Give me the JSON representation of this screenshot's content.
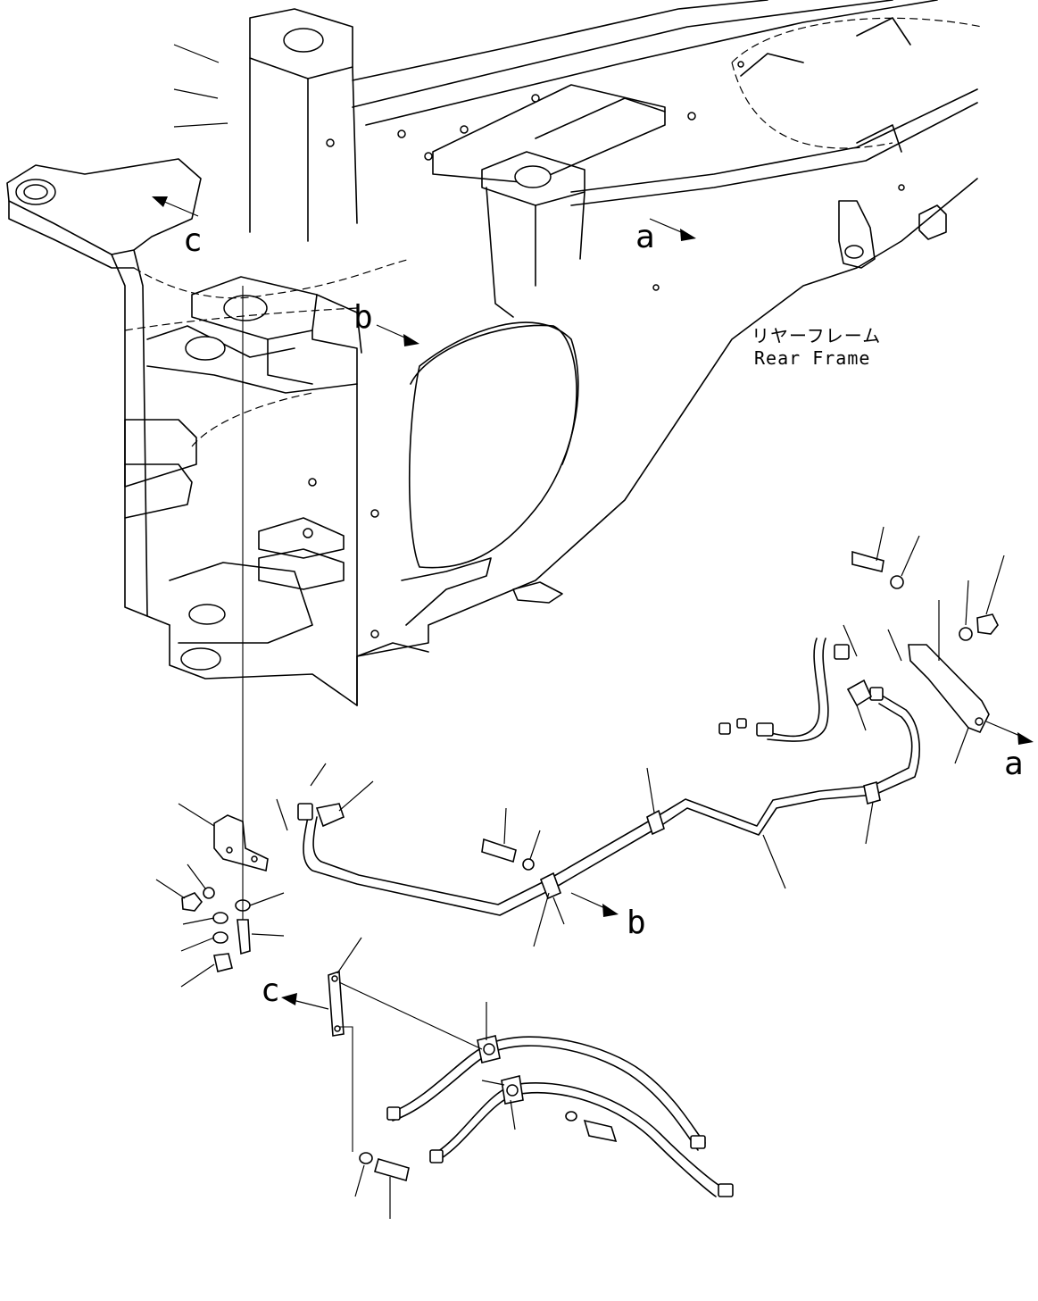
{
  "frame_label": {
    "japanese": "リヤーフレーム",
    "english": "Rear Frame"
  },
  "reference_letters": {
    "a_upper": "a",
    "b_upper": "b",
    "c_upper": "c",
    "a_lower": "a",
    "b_lower": "b",
    "c_lower": "c"
  }
}
